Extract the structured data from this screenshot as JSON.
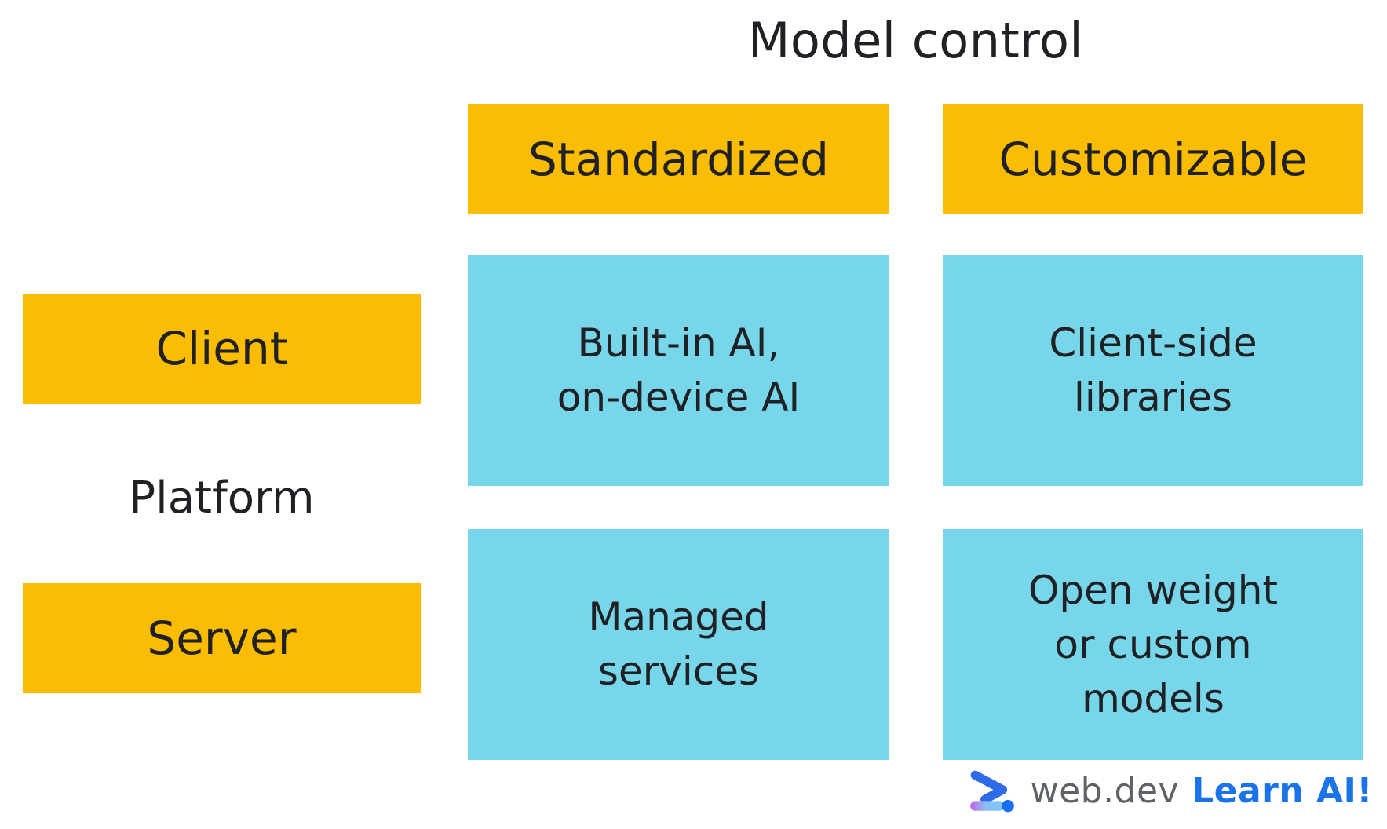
{
  "matrix": {
    "column_axis_title": "Model control",
    "row_axis_title": "Platform",
    "column_headers": [
      "Standardized",
      "Customizable"
    ],
    "row_headers": [
      "Client",
      "Server"
    ],
    "cells": [
      [
        "Built-in AI,\non-device AI",
        "Client-side\nlibraries"
      ],
      [
        "Managed\nservices",
        "Open weight\nor custom\nmodels"
      ]
    ]
  },
  "footer": {
    "brand": "web.dev",
    "cta": "Learn AI!",
    "logo_icon": "webdev-chevron-logo"
  },
  "colors": {
    "header_yellow": "#FBBC04",
    "cell_blue": "#78D6EA",
    "text_dark": "#202124",
    "brand_gray": "#5F6368",
    "accent_blue": "#1A73E8",
    "logo_chevron_blue": "#2E6BE8",
    "logo_bar_purple": "#BD66E3",
    "logo_bar_cyan": "#7CC9F7",
    "logo_dot_blue": "#1B6EF3"
  }
}
